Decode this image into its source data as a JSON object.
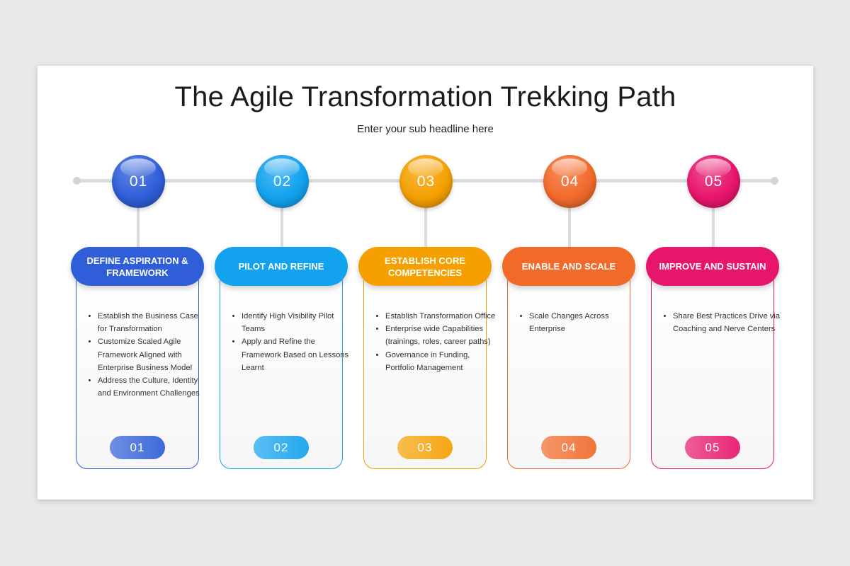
{
  "title": "The Agile Transformation Trekking Path",
  "subtitle": "Enter your sub headline here",
  "steps": [
    {
      "number": "01",
      "heading": "DEFINE ASPIRATION & FRAMEWORK",
      "color": "#2f5ed8",
      "bullets": [
        "Establish the Business Case for Transformation",
        "Customize Scaled Agile Framework Aligned with Enterprise Business Model",
        "Address the Culture, Identity and Environment Challenges"
      ],
      "footer_number": "01"
    },
    {
      "number": "02",
      "heading": "PILOT AND REFINE",
      "color": "#12a2ee",
      "bullets": [
        "Identify High Visibility Pilot Teams",
        "Apply and Refine the Framework Based on Lessons Learnt"
      ],
      "footer_number": "02"
    },
    {
      "number": "03",
      "heading": "ESTABLISH CORE COMPETENCIES",
      "color": "#f5a000",
      "bullets": [
        "Establish Transformation Office",
        "Enterprise wide Capabilities (trainings, roles, career paths)",
        "Governance in Funding, Portfolio Management"
      ],
      "footer_number": "03"
    },
    {
      "number": "04",
      "heading": "ENABLE AND SCALE",
      "color": "#f26a2a",
      "bullets": [
        "Scale Changes Across Enterprise"
      ],
      "footer_number": "04"
    },
    {
      "number": "05",
      "heading": "IMPROVE AND SUSTAIN",
      "color": "#e8156c",
      "bullets": [
        "Share Best Practices Drive via Coaching and Nerve Centers"
      ],
      "footer_number": "05"
    }
  ]
}
